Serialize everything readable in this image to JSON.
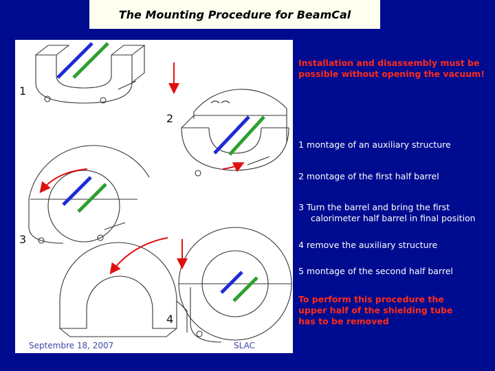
{
  "title": "The Mounting Procedure for BeamCal",
  "figure": {
    "step_labels": [
      "1",
      "2",
      "3",
      "4"
    ]
  },
  "notes": {
    "requirement": "Installation and disassembly must be possible without opening the vacuum!",
    "steps": [
      "1 montage of an auxiliary structure",
      "2 montage of the first half barrel",
      "3 Turn the barrel and bring the first",
      "calorimeter half barrel in final position",
      "4 remove the auxiliary structure",
      "5 montage of the second half barrel"
    ],
    "warning": "To perform this procedure the upper half of the  shielding tube has to be removed"
  },
  "footer": {
    "date": "Septembre 18, 2007",
    "location": "SLAC"
  },
  "colors": {
    "background": "#000c8f",
    "title_box": "#fffff0",
    "accent_red": "#ff2b1a",
    "tube_blue": "#1f2bd6",
    "tube_green": "#2ea02e"
  }
}
